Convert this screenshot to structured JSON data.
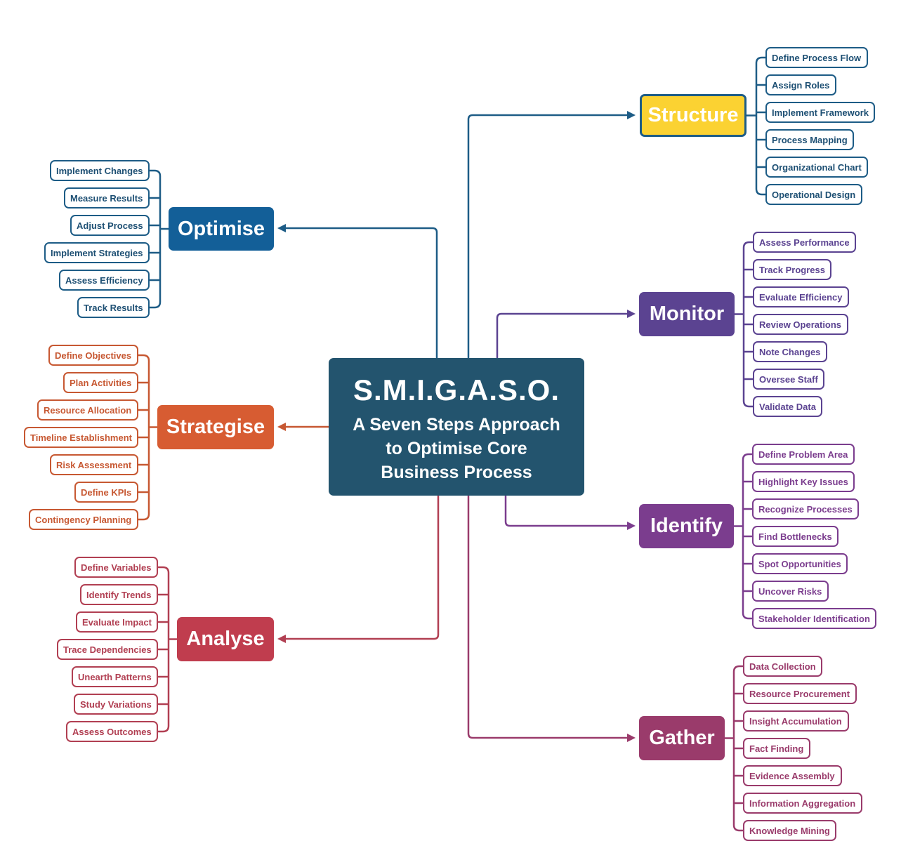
{
  "center": {
    "title": "S.M.I.G.A.S.O.",
    "subtitle": [
      "A Seven Steps Approach",
      "to Optimise Core",
      "Business Process"
    ]
  },
  "branches": [
    {
      "key": "structure",
      "label": "Structure",
      "color": "#1d5c86",
      "fill": "#fbd232",
      "text_color": "#ffffff",
      "items": [
        "Define Process Flow",
        "Assign Roles",
        "Implement Framework",
        "Process Mapping",
        "Organizational Chart",
        "Operational Design"
      ]
    },
    {
      "key": "monitor",
      "label": "Monitor",
      "color": "#5b4391",
      "fill": "#5b4391",
      "text_color": "#ffffff",
      "items": [
        "Assess Performance",
        "Track Progress",
        "Evaluate Efficiency",
        "Review Operations",
        "Note Changes",
        "Oversee Staff",
        "Validate Data"
      ]
    },
    {
      "key": "identify",
      "label": "Identify",
      "color": "#7b3d8e",
      "fill": "#7b3d8e",
      "text_color": "#ffffff",
      "items": [
        "Define Problem Area",
        "Highlight Key Issues",
        "Recognize Processes",
        "Find Bottlenecks",
        "Spot Opportunities",
        "Uncover Risks",
        "Stakeholder Identification"
      ]
    },
    {
      "key": "gather",
      "label": "Gather",
      "color": "#9a3b6b",
      "fill": "#9a3b6b",
      "text_color": "#ffffff",
      "items": [
        "Data Collection",
        "Resource Procurement",
        "Insight Accumulation",
        "Fact Finding",
        "Evidence Assembly",
        "Information Aggregation",
        "Knowledge Mining"
      ]
    },
    {
      "key": "optimise",
      "label": "Optimise",
      "color": "#1d5c86",
      "fill": "#135f98",
      "text_color": "#ffffff",
      "items": [
        "Implement Changes",
        "Measure Results",
        "Adjust Process",
        "Implement Strategies",
        "Assess Efficiency",
        "Track Results"
      ]
    },
    {
      "key": "strategise",
      "label": "Strategise",
      "color": "#c75832",
      "fill": "#d75c32",
      "text_color": "#ffffff",
      "items": [
        "Define Objectives",
        "Plan Activities",
        "Resource Allocation",
        "Timeline Establishment",
        "Risk Assessment",
        "Define KPIs",
        "Contingency Planning"
      ]
    },
    {
      "key": "analyse",
      "label": "Analyse",
      "color": "#b13f52",
      "fill": "#c03d4e",
      "text_color": "#ffffff",
      "items": [
        "Define Variables",
        "Identify Trends",
        "Evaluate Impact",
        "Trace Dependencies",
        "Unearth Patterns",
        "Study Variations",
        "Assess Outcomes"
      ]
    }
  ]
}
